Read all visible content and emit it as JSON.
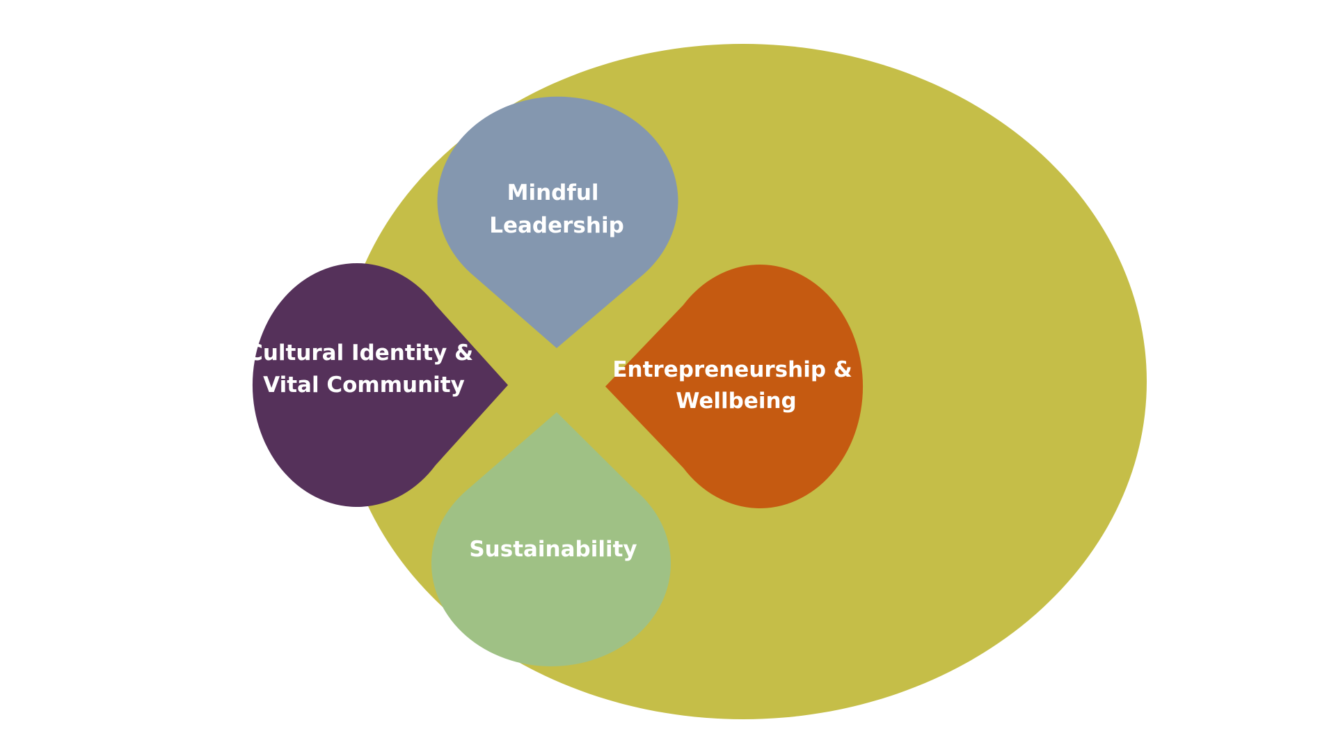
{
  "diagram": {
    "background_color": "#ffffff",
    "outer_circle": {
      "color": "#c5be48"
    },
    "petals": [
      {
        "id": "mindful-leadership",
        "lines": [
          "Mindful",
          "Leadership"
        ],
        "color": "#8497af"
      },
      {
        "id": "cultural-identity",
        "lines": [
          "Cultural Identity &",
          "Vital Community"
        ],
        "color": "#55315a"
      },
      {
        "id": "entrepreneurship",
        "lines": [
          "Entrepreneurship &",
          "Wellbeing"
        ],
        "color": "#c55a11"
      },
      {
        "id": "sustainability",
        "lines": [
          "Sustainability"
        ],
        "color": "#9fc185"
      }
    ]
  }
}
